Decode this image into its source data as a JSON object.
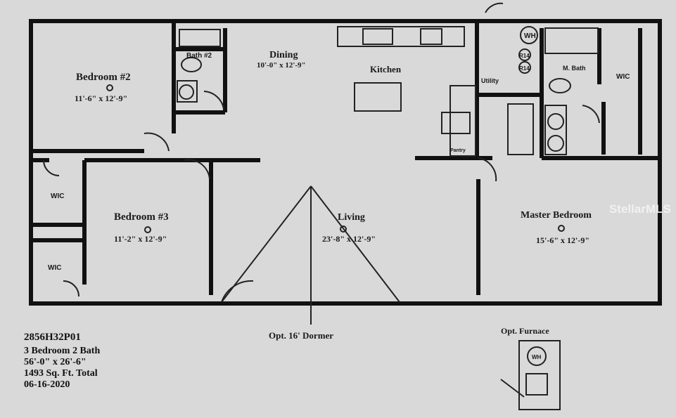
{
  "rooms": {
    "bedroom2": {
      "name": "Bedroom #2",
      "dims": "11'-6\" x 12'-9\""
    },
    "bath2": {
      "name": "Bath #2"
    },
    "dining": {
      "name": "Dining",
      "dims": "10'-0\" x 12'-9\""
    },
    "kitchen": {
      "name": "Kitchen"
    },
    "utility": {
      "name": "Utility"
    },
    "mbath": {
      "name": "M. Bath"
    },
    "wic_master": {
      "name": "WIC"
    },
    "wic1": {
      "name": "WIC"
    },
    "wic2": {
      "name": "WIC"
    },
    "bedroom3": {
      "name": "Bedroom #3",
      "dims": "11'-2\" x 12'-9\""
    },
    "living": {
      "name": "Living",
      "dims": "23'-8\" x 12'-9\""
    },
    "master": {
      "name": "Master Bedroom",
      "dims": "15'-6\" x 12'-9\""
    },
    "pantry": {
      "name": "Pantry"
    }
  },
  "fixtures": {
    "wh": "WH",
    "r14a": "R14",
    "r14b": "R14",
    "wh2": "WH"
  },
  "notes": {
    "dormer": "Opt. 16' Dormer",
    "furnace": "Opt. Furnace"
  },
  "info": {
    "model": "2856H32P01",
    "line1": "3 Bedroom 2 Bath",
    "line2": "56'-0\" x 26'-6\"",
    "line3": "1493 Sq. Ft. Total",
    "line4": "06-16-2020"
  },
  "watermark": "StellarMLS"
}
